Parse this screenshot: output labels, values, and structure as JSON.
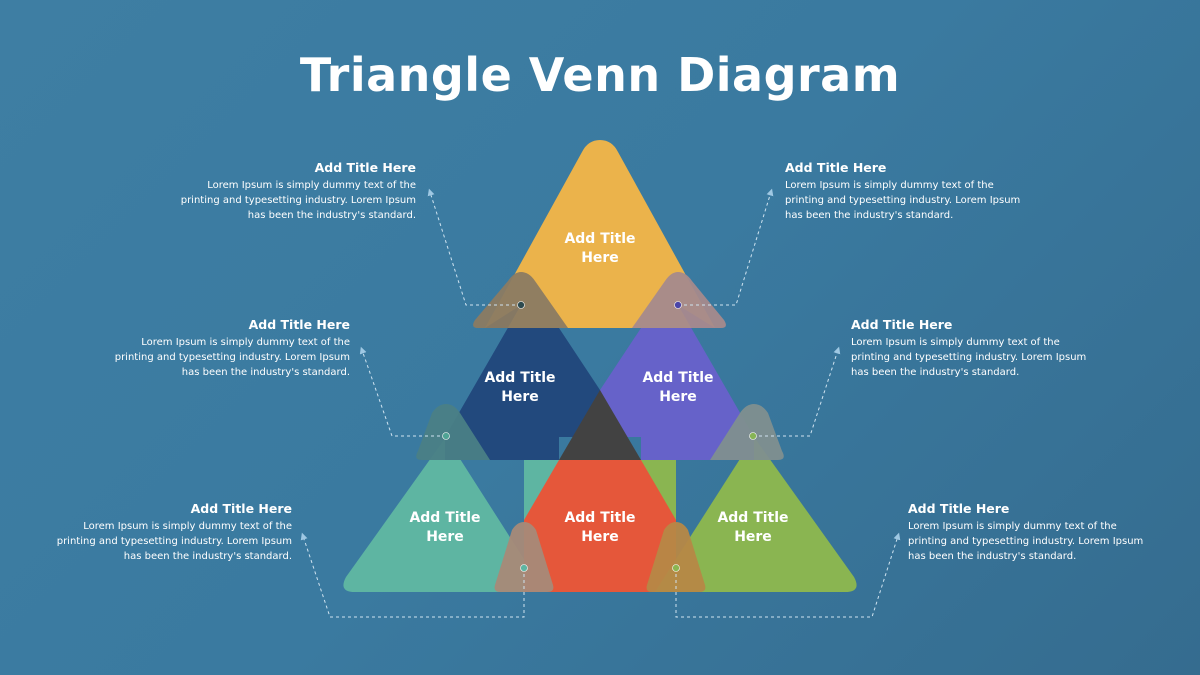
{
  "title": "Triangle Venn Diagram",
  "colors": {
    "background": "#3a7aa0",
    "top": "#ebb34b",
    "middle_left": "#22497d",
    "middle_right": "#6662c9",
    "bottom_left": "#5eb5a2",
    "bottom_center": "#e5573a",
    "bottom_right": "#8ab551",
    "center": "#424242"
  },
  "triangles": {
    "top": "Add Title Here",
    "middle_left": "Add Title Here",
    "middle_right": "Add Title Here",
    "bottom_left": "Add Title Here",
    "bottom_center": "Add Title Here",
    "bottom_right": "Add Title Here"
  },
  "callouts": [
    {
      "title": "Add Title Here",
      "body": "Lorem Ipsum is simply dummy text of the printing and typesetting industry. Lorem Ipsum has been the industry's standard."
    },
    {
      "title": "Add Title Here",
      "body": "Lorem Ipsum is simply dummy text of the printing and typesetting industry. Lorem Ipsum has been the industry's standard."
    },
    {
      "title": "Add Title Here",
      "body": "Lorem Ipsum is simply dummy text of the printing and typesetting industry. Lorem Ipsum has been the industry's standard."
    },
    {
      "title": "Add Title Here",
      "body": "Lorem Ipsum is simply dummy text of the printing and typesetting industry. Lorem Ipsum has been the industry's standard."
    },
    {
      "title": "Add Title Here",
      "body": "Lorem Ipsum is simply dummy text of the printing and typesetting industry. Lorem Ipsum has been the industry's standard."
    },
    {
      "title": "Add Title Here",
      "body": "Lorem Ipsum is simply dummy text of the printing and typesetting industry. Lorem Ipsum has been the industry's standard."
    }
  ]
}
